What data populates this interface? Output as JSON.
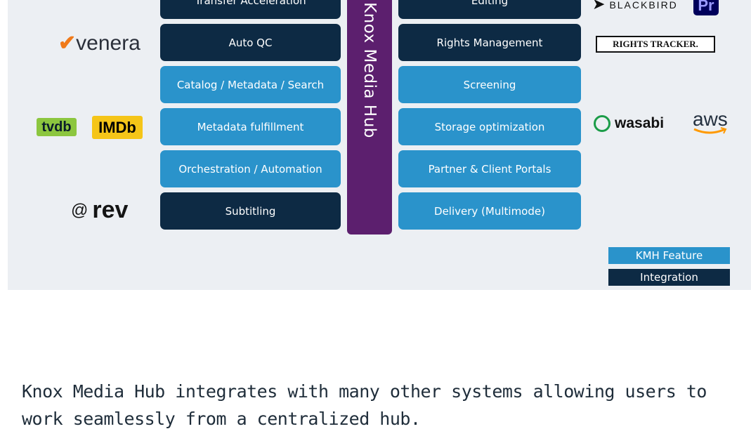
{
  "diagram": {
    "hub_label": "Knox Media Hub",
    "left_column": [
      {
        "label": "Transfer Acceleration",
        "type": "integration"
      },
      {
        "label": "Auto QC",
        "type": "integration"
      },
      {
        "label": "Catalog / Metadata / Search",
        "type": "feature"
      },
      {
        "label": "Metadata fulfillment",
        "type": "feature"
      },
      {
        "label": "Orchestration / Automation",
        "type": "feature"
      },
      {
        "label": "Subtitling",
        "type": "integration"
      }
    ],
    "right_column": [
      {
        "label": "Editing",
        "type": "integration"
      },
      {
        "label": "Rights Management",
        "type": "integration"
      },
      {
        "label": "Screening",
        "type": "feature"
      },
      {
        "label": "Storage optimization",
        "type": "feature"
      },
      {
        "label": "Partner & Client Portals",
        "type": "feature"
      },
      {
        "label": "Delivery (Multimode)",
        "type": "feature"
      }
    ],
    "logos": {
      "venera": "venera",
      "tvdb": "tvdb",
      "imdb": "IMDb",
      "rev": "rev",
      "blackbird": "BLACKBIRD",
      "premiere": "Pr",
      "rights_tracker": "RIGHTS TRACKER.",
      "wasabi": "wasabi",
      "aws": "aws"
    },
    "legend": {
      "feature": "KMH Feature",
      "integration": "Integration"
    },
    "colors": {
      "integration": "#0d2a44",
      "feature": "#2a93cb",
      "hub": "#5c1f6e"
    }
  },
  "caption": "Knox Media Hub integrates with many other systems allowing users to work seamlessly from a centralized hub."
}
